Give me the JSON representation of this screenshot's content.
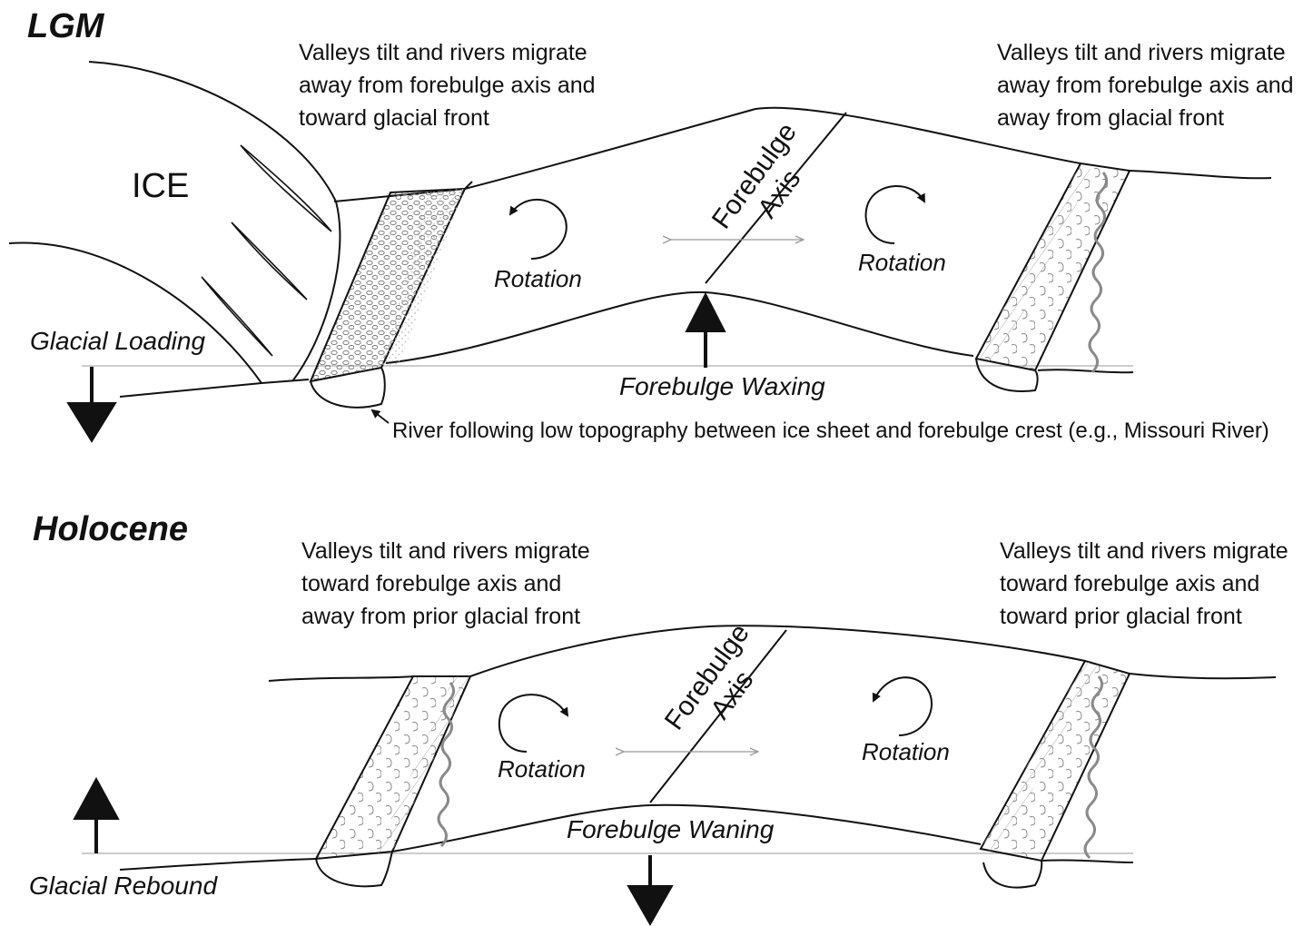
{
  "lgm": {
    "title": "LGM",
    "caption_left": [
      "Valleys tilt and rivers migrate",
      "away from forebulge axis and",
      "toward glacial front"
    ],
    "caption_right": [
      "Valleys tilt and rivers migrate",
      "away from forebulge axis and",
      "away from glacial front"
    ],
    "ice_label": "ICE",
    "axis_label": [
      "Forebulge",
      "Axis"
    ],
    "rotation_left": "Rotation",
    "rotation_right": "Rotation",
    "loading_label": "Glacial Loading",
    "forebulge_label": "Forebulge Waxing",
    "river_note": "River following low topography between ice sheet and forebulge crest (e.g., Missouri River)"
  },
  "holocene": {
    "title": "Holocene",
    "caption_left": [
      "Valleys tilt and rivers migrate",
      "toward forebulge axis and",
      "away from prior glacial front"
    ],
    "caption_right": [
      "Valleys tilt and rivers migrate",
      "toward forebulge axis and",
      "toward prior glacial front"
    ],
    "axis_label": [
      "Forebulge",
      "Axis"
    ],
    "rotation_left": "Rotation",
    "rotation_right": "Rotation",
    "rebound_label": "Glacial Rebound",
    "forebulge_label": "Forebulge Waning"
  },
  "colors": {
    "line": "#111111",
    "hatch": "#888888",
    "river": "#8a8a8a",
    "baseline": "#bbbbbb"
  }
}
